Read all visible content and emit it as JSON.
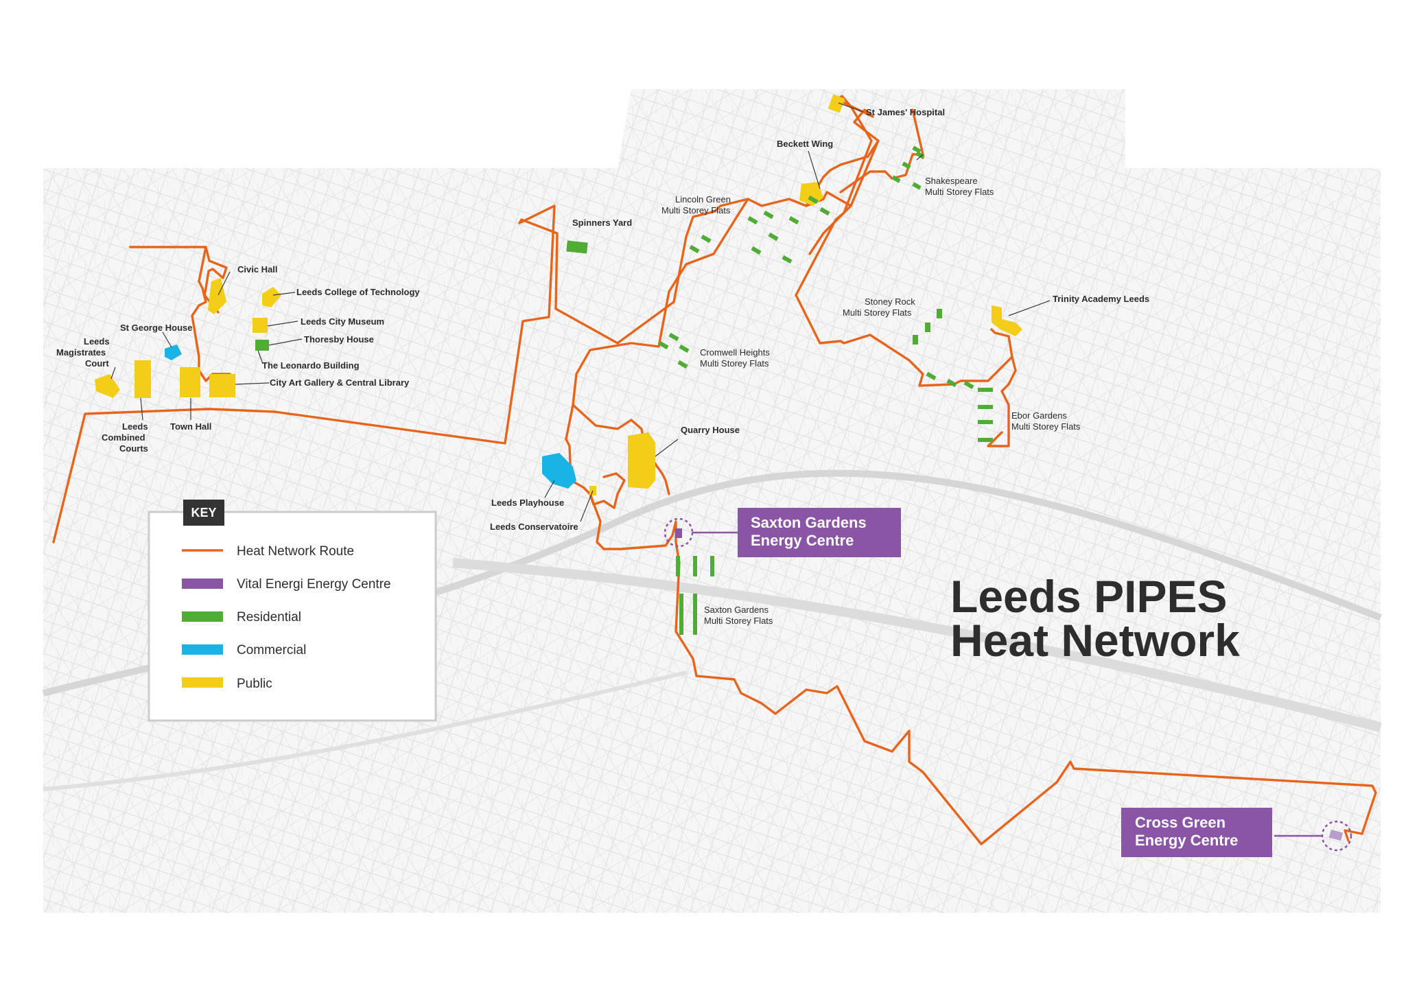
{
  "title": {
    "line1": "Leeds PIPES",
    "line2": "Heat Network"
  },
  "key": {
    "heading": "KEY",
    "items": [
      {
        "label": "Heat Network Route",
        "color": "#e8641b",
        "kind": "line"
      },
      {
        "label": "Vital Energi Energy Centre",
        "color": "#8b55a6",
        "kind": "swatch"
      },
      {
        "label": "Residential",
        "color": "#4fac35",
        "kind": "swatch"
      },
      {
        "label": "Commercial",
        "color": "#1ab3e6",
        "kind": "swatch"
      },
      {
        "label": "Public",
        "color": "#f3cd17",
        "kind": "swatch"
      }
    ]
  },
  "energy_centres": {
    "saxton": {
      "line1": "Saxton Gardens",
      "line2": "Energy Centre",
      "color": "#8b55a6"
    },
    "cross_green": {
      "line1": "Cross Green",
      "line2": "Energy Centre",
      "color": "#8b55a6"
    }
  },
  "labels": {
    "st_james": "St James' Hospital",
    "beckett": "Beckett Wing",
    "shakespeare_1": "Shakespeare",
    "shakespeare_2": "Multi Storey Flats",
    "lincoln_1": "Lincoln Green",
    "lincoln_2": "Multi Storey Flats",
    "spinners": "Spinners Yard",
    "civic_hall": "Civic Hall",
    "college_tech": "Leeds College of Technology",
    "city_museum": "Leeds City Museum",
    "thoresby": "Thoresby House",
    "leonardo": "The Leonardo Building",
    "art_gallery": "City Art Gallery & Central Library",
    "st_george": "St George House",
    "magistrates_1": "Leeds",
    "magistrates_2": "Magistrates",
    "magistrates_3": "Court",
    "combined_1": "Leeds",
    "combined_2": "Combined",
    "combined_3": "Courts",
    "town_hall": "Town Hall",
    "stoney_1": "Stoney Rock",
    "stoney_2": "Multi Storey Flats",
    "trinity": "Trinity Academy Leeds",
    "cromwell_1": "Cromwell Heights",
    "cromwell_2": "Multi Storey Flats",
    "ebor_1": "Ebor Gardens",
    "ebor_2": "Multi Storey Flats",
    "quarry": "Quarry House",
    "playhouse": "Leeds Playhouse",
    "conservatoire": "Leeds Conservatoire",
    "saxton_flats_1": "Saxton Gardens",
    "saxton_flats_2": "Multi Storey Flats"
  },
  "colors": {
    "route": "#e8641b",
    "residential": "#4fac35",
    "commercial": "#1ab3e6",
    "public": "#f3cd17",
    "energy_centre": "#8b55a6",
    "key_heading_bg": "#333333"
  }
}
